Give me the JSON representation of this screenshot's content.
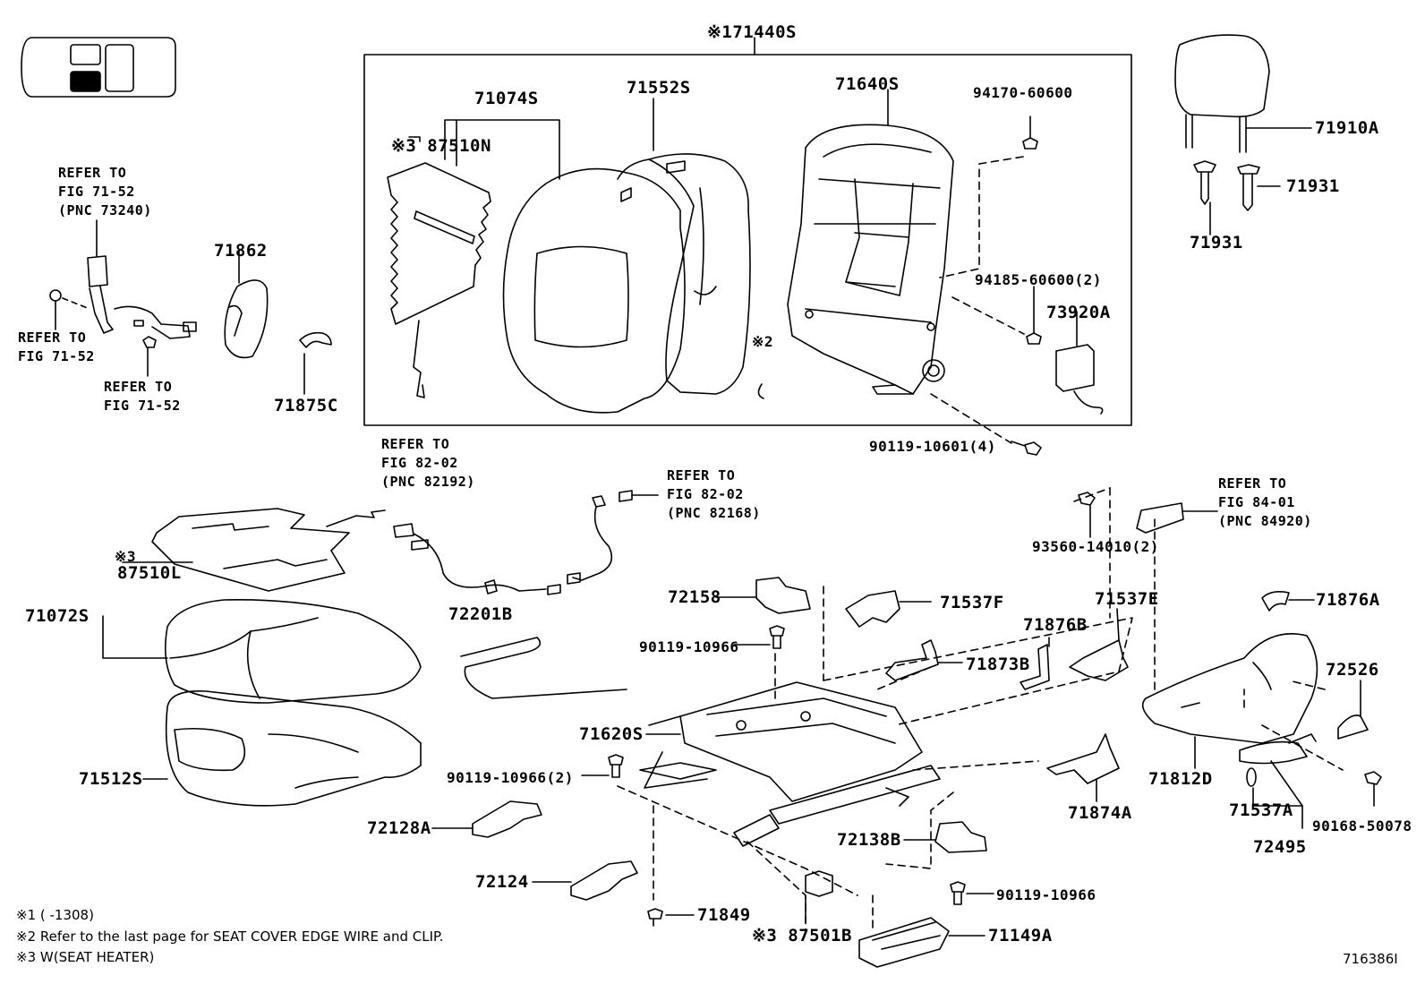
{
  "diagram_id": "716386I",
  "assembly": "※171440S",
  "parts": {
    "p71074S": "71074S",
    "p87510N": "※3 87510N",
    "p71552S": "71552S",
    "p71640S": "71640S",
    "p94170": "94170-60600",
    "p94185": "94185-60600(2)",
    "p73920A": "73920A",
    "p71910A": "71910A",
    "p71931a": "71931",
    "p71931b": "71931",
    "p71862": "71862",
    "p71875C": "71875C",
    "note2": "※2",
    "p90119_4": "90119-10601(4)",
    "p87510L_mark": "※3",
    "p87510L": "87510L",
    "p71072S": "71072S",
    "p71512S": "71512S",
    "p72201B": "72201B",
    "p72158": "72158",
    "p90119_10966a": "90119-10966",
    "p71537F": "71537F",
    "p71873B": "71873B",
    "p71876B": "71876B",
    "p71537E": "71537E",
    "p71876A": "71876A",
    "p72526": "72526",
    "p71620S": "71620S",
    "p90119_2": "90119-10966(2)",
    "p72128A": "72128A",
    "p72124": "72124",
    "p71849": "71849",
    "p87501B": "※3 87501B",
    "p71149A": "71149A",
    "p72138B": "72138B",
    "p90119_10966b": "90119-10966",
    "p71874A": "71874A",
    "p71812D": "71812D",
    "p71537A": "71537A",
    "p72495": "72495",
    "p90168": "90168-50078",
    "p93560": "93560-14010(2)"
  },
  "refs": {
    "r1": [
      "REFER TO",
      "FIG 71-52",
      "(PNC 73240)"
    ],
    "r2": [
      "REFER TO",
      "FIG 71-52"
    ],
    "r3": [
      "REFER TO",
      "FIG 71-52"
    ],
    "r4": [
      "REFER TO",
      "FIG 82-02",
      "(PNC 82192)"
    ],
    "r5": [
      "REFER TO",
      "FIG 82-02",
      "(PNC 82168)"
    ],
    "r6": [
      "REFER TO",
      "FIG 84-01",
      "(PNC 84920)"
    ]
  },
  "notes": {
    "n1": "※1 (      -1308)",
    "n2": "※2 Refer to the last page for SEAT COVER EDGE WIRE and CLIP.",
    "n3": "※3 W(SEAT HEATER)"
  }
}
